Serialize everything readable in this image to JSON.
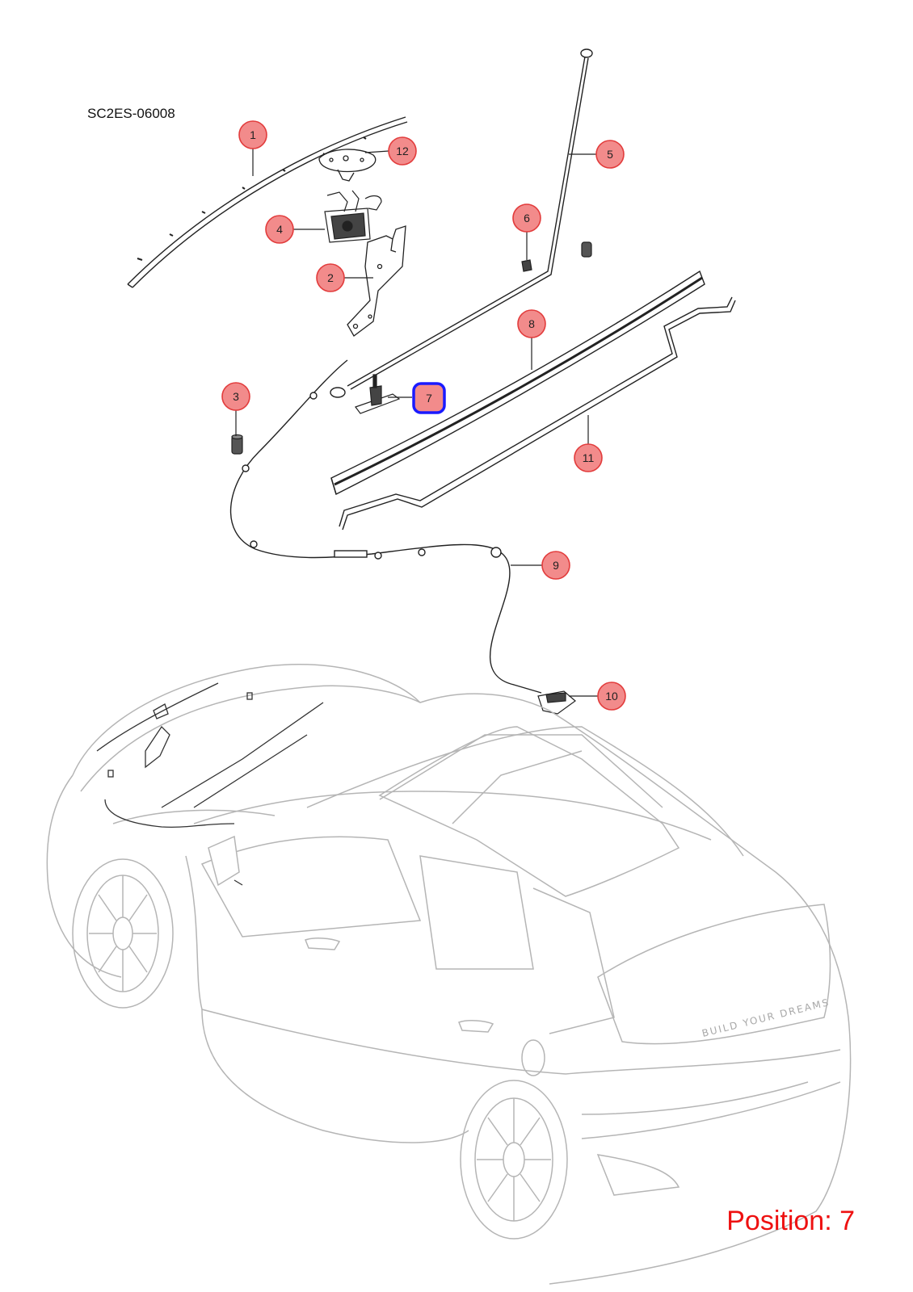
{
  "diagram": {
    "code": "SC2ES-06008",
    "position_label": "Position: 7",
    "selected_callout": "7",
    "colors": {
      "callout_fill": "#f28b8b",
      "callout_stroke": "#e23c3c",
      "selection_border": "#1a1aff",
      "position_text": "#ee1111"
    },
    "callouts": [
      {
        "number": "1"
      },
      {
        "number": "2"
      },
      {
        "number": "3"
      },
      {
        "number": "4"
      },
      {
        "number": "5"
      },
      {
        "number": "6"
      },
      {
        "number": "7"
      },
      {
        "number": "8"
      },
      {
        "number": "9"
      },
      {
        "number": "10"
      },
      {
        "number": "11"
      },
      {
        "number": "12"
      }
    ],
    "emblem_text": "BUILD YOUR DREAMS"
  }
}
